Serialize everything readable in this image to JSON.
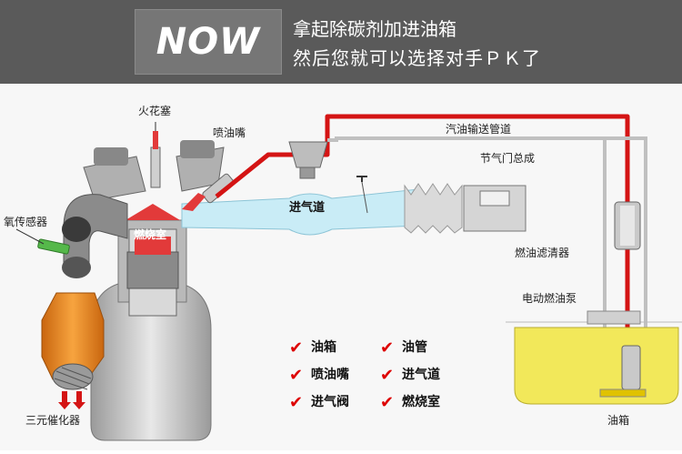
{
  "banner": {
    "badge": "NOW",
    "line1": "拿起除碳剂加进油箱",
    "line2": "然后您就可以选择对手ＰＫ了"
  },
  "labels": {
    "spark_plug": "火花塞",
    "injector": "喷油嘴",
    "fuel_line": "汽油输送管道",
    "throttle": "节气门总成",
    "o2_sensor": "氧传感器",
    "intake": "进气道",
    "combustion": "燃烧室",
    "fuel_filter": "燃油滤清器",
    "fuel_pump": "电动燃油泵",
    "catalytic": "三元催化器",
    "tank": "油箱"
  },
  "legend": [
    {
      "label": "油箱"
    },
    {
      "label": "油管"
    },
    {
      "label": "喷油嘴"
    },
    {
      "label": "进气道"
    },
    {
      "label": "进气阀"
    },
    {
      "label": "燃烧室"
    }
  ],
  "colors": {
    "fuel_line": "#d41414",
    "tank_fuel": "#f2e85a",
    "intake": "#bfe6f3",
    "catalytic": "#f08a1c",
    "banner": "#5a5a5a"
  }
}
